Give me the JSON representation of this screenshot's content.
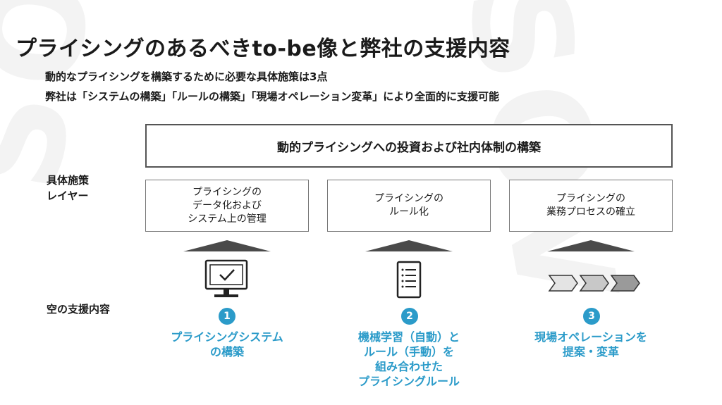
{
  "watermark": {
    "left_text": "SOV",
    "right_text": "SOV"
  },
  "header": {
    "title": "プライシングのあるべきto-be像と弊社の支援内容",
    "subtitle_line1": "動的なプライシングを構築するために必要な具体施策は3点",
    "subtitle_line2": "弊社は「システムの構築」「ルールの構築」「現場オペレーション変革」により全面的に支援可能"
  },
  "top_box": {
    "text": "動的プライシングへの投資および社内体制の構築"
  },
  "row_labels": {
    "layer_line1": "具体施策",
    "layer_line2": "レイヤー",
    "support": "空の支援内容"
  },
  "measures": [
    {
      "line1": "プライシングの",
      "line2": "データ化および",
      "line3": "システム上の管理"
    },
    {
      "line1": "プライシングの",
      "line2": "ルール化"
    },
    {
      "line1": "プライシングの",
      "line2": "業務プロセスの確立"
    }
  ],
  "supports": [
    {
      "number": "1",
      "icon": "monitor-check-icon",
      "line1": "プライシングシステム",
      "line2": "の構築"
    },
    {
      "number": "2",
      "icon": "document-list-icon",
      "line1": "機械学習（自動）と",
      "line2": "ルール（手動）を",
      "line3": "組み合わせた",
      "line4": "プライシングルール"
    },
    {
      "number": "3",
      "icon": "process-chevron-icon",
      "line1": "現場オペレーションを",
      "line2": "提案・変革"
    }
  ],
  "colors": {
    "accent": "#2b9bc9",
    "border": "#555555",
    "triangle": "#4a4a4a",
    "watermark": "#f3f3f3"
  }
}
